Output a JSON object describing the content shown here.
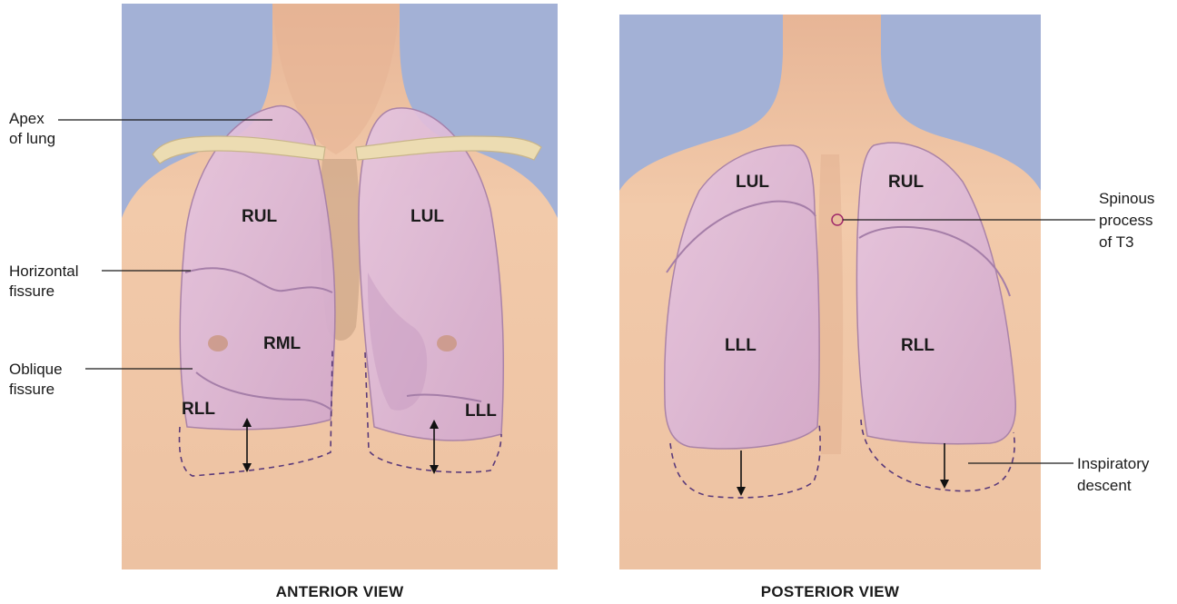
{
  "labels": {
    "apex_line1": "Apex",
    "apex_line2": "of lung",
    "horizontal_line1": "Horizontal",
    "horizontal_line2": "fissure",
    "oblique_line1": "Oblique",
    "oblique_line2": "fissure",
    "spinous_line1": "Spinous",
    "spinous_line2": "process",
    "spinous_line3": "of T3",
    "inspiratory_line1": "Inspiratory",
    "inspiratory_line2": "descent"
  },
  "anterior": {
    "rul": "RUL",
    "lul": "LUL",
    "rml": "RML",
    "rll": "RLL",
    "lll": "LLL",
    "caption": "ANTERIOR VIEW"
  },
  "posterior": {
    "lul": "LUL",
    "rul": "RUL",
    "lll": "LLL",
    "rll": "RLL",
    "caption": "POSTERIOR VIEW"
  },
  "colors": {
    "background_blue": "#a3b1d6",
    "skin": "#f0c5a4",
    "lung": "#dbb6d4",
    "lung_edge": "#a57ea8",
    "clavicle": "#ecdcb2",
    "dashed_outline": "#5a3a7a"
  }
}
